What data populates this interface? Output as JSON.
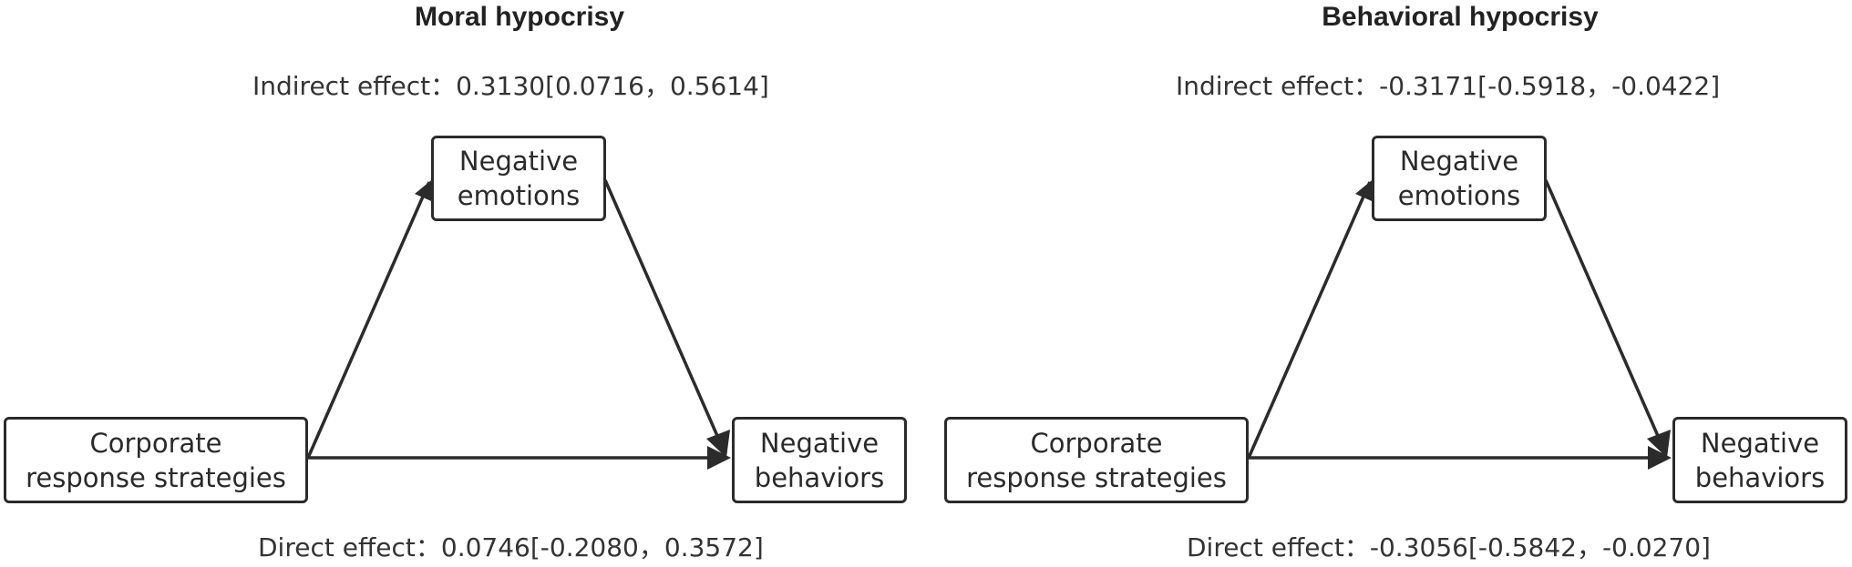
{
  "panels": [
    {
      "title": "Moral hypocrisy",
      "indirect_label": "Indirect effect",
      "indirect_value": "0.3130[0.0716，0.5614]",
      "direct_label": "Direct effect",
      "direct_value": "0.0746[-0.2080，0.3572]",
      "nodes": {
        "mediator": [
          "Negative",
          "emotions"
        ],
        "predictor": [
          "Corporate",
          "response strategies"
        ],
        "outcome": [
          "Negative",
          "behaviors"
        ]
      }
    },
    {
      "title": "Behavioral hypocrisy",
      "indirect_label": "Indirect effect",
      "indirect_value": "-0.3171[-0.5918，-0.0422]",
      "direct_label": "Direct effect",
      "direct_value": "-0.3056[-0.5842，-0.0270]",
      "nodes": {
        "mediator": [
          "Negative",
          "emotions"
        ],
        "predictor": [
          "Corporate",
          "response strategies"
        ],
        "outcome": [
          "Negative",
          "behaviors"
        ]
      }
    }
  ],
  "label_separator": "：",
  "colors": {
    "line": "#2b2b2b",
    "text": "#222222"
  }
}
